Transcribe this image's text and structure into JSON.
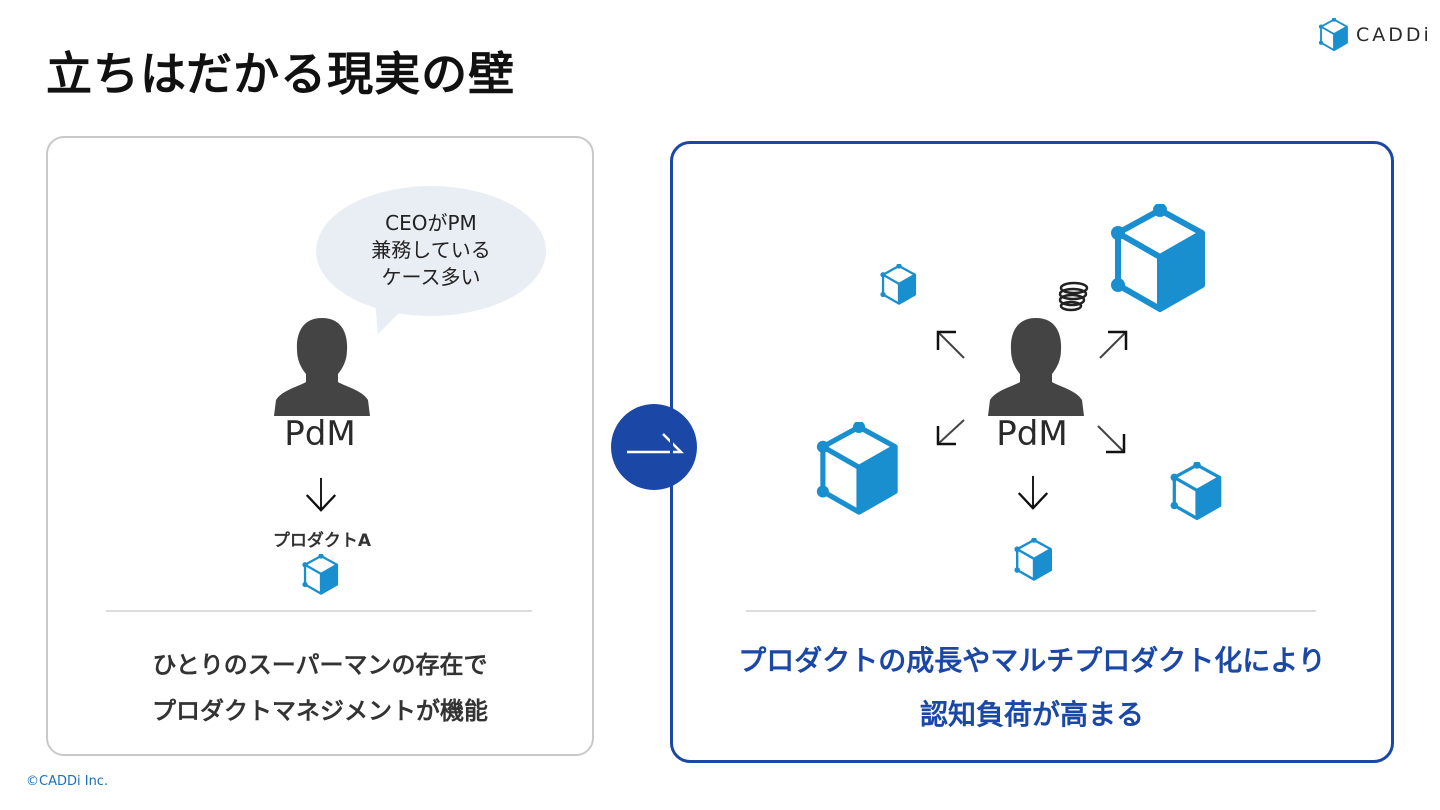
{
  "title": "立ちはだかる現実の壁",
  "logo": {
    "icon": "caddi-cube-icon",
    "text": "CADDi"
  },
  "left_panel": {
    "speech_bubble": [
      "CEOがPM",
      "兼務している",
      "ケース多い"
    ],
    "person_label": "PdM",
    "product_label": "プロダクトA",
    "caption": [
      "ひとりのスーパーマンの存在で",
      "プロダクトマネジメントが機能"
    ]
  },
  "transition": {
    "icon": "right-arrow-icon"
  },
  "right_panel": {
    "person_label": "PdM",
    "caption": [
      "プロダクトの成長やマルチプロダクト化により",
      "認知負荷が高まる"
    ]
  },
  "footer": {
    "copyright": "©CADDi Inc."
  },
  "colors": {
    "accent": "#1b48a6",
    "cube": "#1a8fd0",
    "panel_border": "#c9c9c9",
    "bubble": "#e9eef4"
  }
}
